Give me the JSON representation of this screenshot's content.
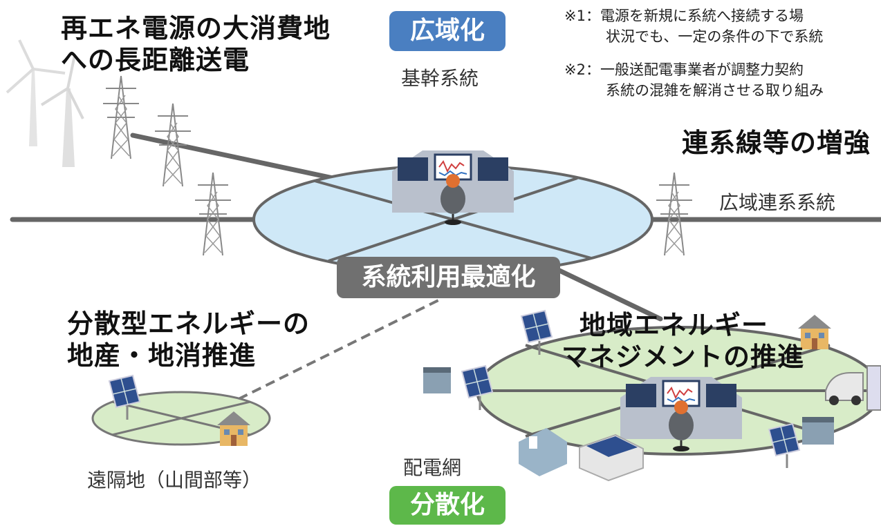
{
  "headings": {
    "long_distance": [
      "再エネ電源の大消費地",
      "への長距離送電"
    ],
    "interconnect": "連系線等の増強",
    "distributed": [
      "分散型エネルギーの",
      "地産・地消推進"
    ],
    "regional": [
      "地域エネルギー",
      "マネジメントの推進"
    ]
  },
  "labels": {
    "backbone": "基幹系統",
    "wide_interconnect": "広域連系系統",
    "remote": "遠隔地（山間部等）",
    "distribution_grid": "配電網"
  },
  "badges": {
    "wide_area": "広域化",
    "optimization": "系統利用最適化",
    "decentralization": "分散化"
  },
  "notes": [
    {
      "line1": "※1：電源を新規に系統へ接続する場",
      "line2": "状況でも、一定の条件の下で系統"
    },
    {
      "line1": "※2：一般送配電事業者が調整力契約",
      "line2": "系統の混雑を解消させる取り組み"
    }
  ],
  "colors": {
    "wide_area_badge": "#4a7fc1",
    "optimization_badge": "#707070",
    "decentralization_badge": "#5db84a",
    "transmission_ellipse": "#cfe8f7",
    "distribution_ellipse": "#d8ecc8",
    "line": "#666666"
  }
}
